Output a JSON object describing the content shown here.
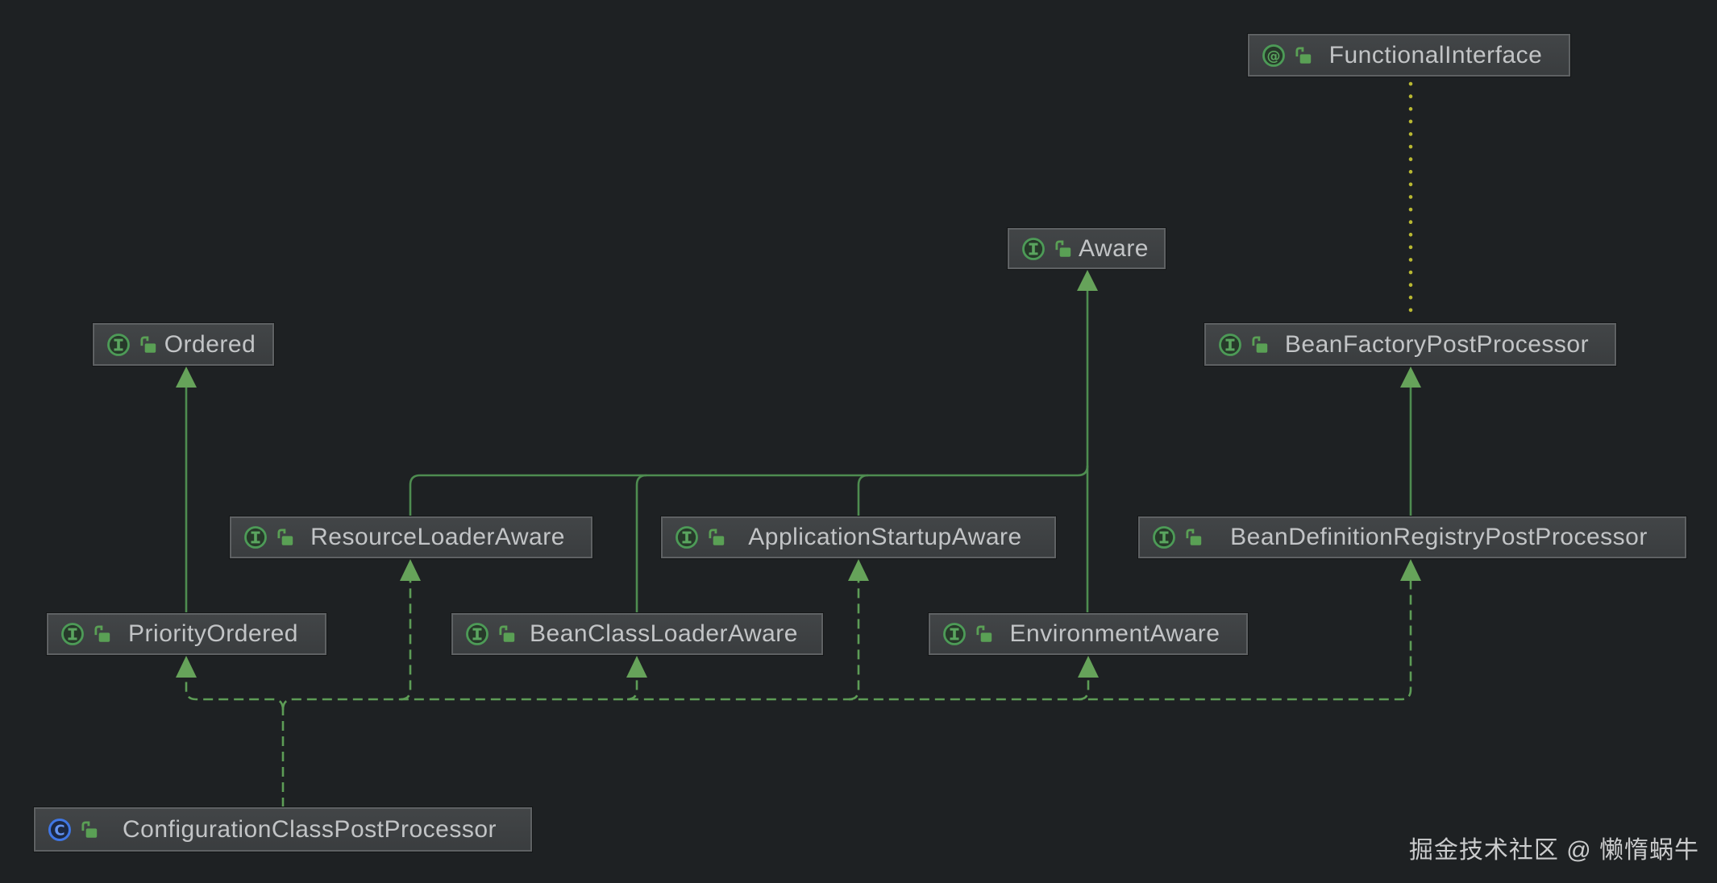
{
  "diagram": {
    "tool": "uml-class-diagram",
    "nodes": [
      {
        "id": "functional-interface",
        "label": "FunctionalInterface",
        "stereotype": "annotation",
        "visibility": "public"
      },
      {
        "id": "aware",
        "label": "Aware",
        "stereotype": "interface",
        "visibility": "public"
      },
      {
        "id": "ordered",
        "label": "Ordered",
        "stereotype": "interface",
        "visibility": "public"
      },
      {
        "id": "bean-factory-post-processor",
        "label": "BeanFactoryPostProcessor",
        "stereotype": "interface",
        "visibility": "public"
      },
      {
        "id": "resource-loader-aware",
        "label": "ResourceLoaderAware",
        "stereotype": "interface",
        "visibility": "public"
      },
      {
        "id": "application-startup-aware",
        "label": "ApplicationStartupAware",
        "stereotype": "interface",
        "visibility": "public"
      },
      {
        "id": "bean-definition-registry-post-processor",
        "label": "BeanDefinitionRegistryPostProcessor",
        "stereotype": "interface",
        "visibility": "public"
      },
      {
        "id": "priority-ordered",
        "label": "PriorityOrdered",
        "stereotype": "interface",
        "visibility": "public"
      },
      {
        "id": "bean-class-loader-aware",
        "label": "BeanClassLoaderAware",
        "stereotype": "interface",
        "visibility": "public"
      },
      {
        "id": "environment-aware",
        "label": "EnvironmentAware",
        "stereotype": "interface",
        "visibility": "public"
      },
      {
        "id": "configuration-class-post-processor",
        "label": "ConfigurationClassPostProcessor",
        "stereotype": "class",
        "visibility": "public"
      }
    ],
    "edges": [
      {
        "from": "priority-ordered",
        "to": "ordered",
        "type": "extends",
        "style": "solid-green-arrow"
      },
      {
        "from": "environment-aware",
        "to": "aware",
        "type": "extends",
        "style": "solid-green-arrow"
      },
      {
        "from": "resource-loader-aware",
        "to": "aware",
        "type": "extends",
        "style": "solid-green-arrow"
      },
      {
        "from": "bean-class-loader-aware",
        "to": "aware",
        "type": "extends",
        "style": "solid-green-arrow"
      },
      {
        "from": "application-startup-aware",
        "to": "aware",
        "type": "extends",
        "style": "solid-green-arrow"
      },
      {
        "from": "bean-definition-registry-post-processor",
        "to": "bean-factory-post-processor",
        "type": "extends",
        "style": "solid-green-arrow"
      },
      {
        "from": "bean-factory-post-processor",
        "to": "functional-interface",
        "type": "annotated-by",
        "style": "dotted-yellow"
      },
      {
        "from": "configuration-class-post-processor",
        "to": "priority-ordered",
        "type": "implements",
        "style": "dashed-green-arrow"
      },
      {
        "from": "configuration-class-post-processor",
        "to": "resource-loader-aware",
        "type": "implements",
        "style": "dashed-green-arrow"
      },
      {
        "from": "configuration-class-post-processor",
        "to": "bean-class-loader-aware",
        "type": "implements",
        "style": "dashed-green-arrow"
      },
      {
        "from": "configuration-class-post-processor",
        "to": "application-startup-aware",
        "type": "implements",
        "style": "dashed-green-arrow"
      },
      {
        "from": "configuration-class-post-processor",
        "to": "environment-aware",
        "type": "implements",
        "style": "dashed-green-arrow"
      },
      {
        "from": "configuration-class-post-processor",
        "to": "bean-definition-registry-post-processor",
        "type": "implements",
        "style": "dashed-green-arrow"
      }
    ],
    "colors": {
      "background": "#1e2123",
      "node_fill": "#3d4042",
      "node_border": "#5e6163",
      "node_text": "#c2c4c6",
      "solid_edge": "#4e8c50",
      "dashed_edge": "#5d9c56",
      "arrow_fill": "#66a35a",
      "dotted_annotation_edge": "#b9b832",
      "interface_icon_green": "#55a15c",
      "class_icon_blue": "#4a80e8",
      "lock_icon_green": "#5aa055"
    },
    "icons": {
      "interface": "interface-icon (green circled I)",
      "annotation": "annotation-icon (green circled @)",
      "class": "class-icon (blue circled C)",
      "visibility": "open-lock-icon (public)"
    },
    "watermark": "掘金技术社区 @ 懒惰蜗牛"
  }
}
